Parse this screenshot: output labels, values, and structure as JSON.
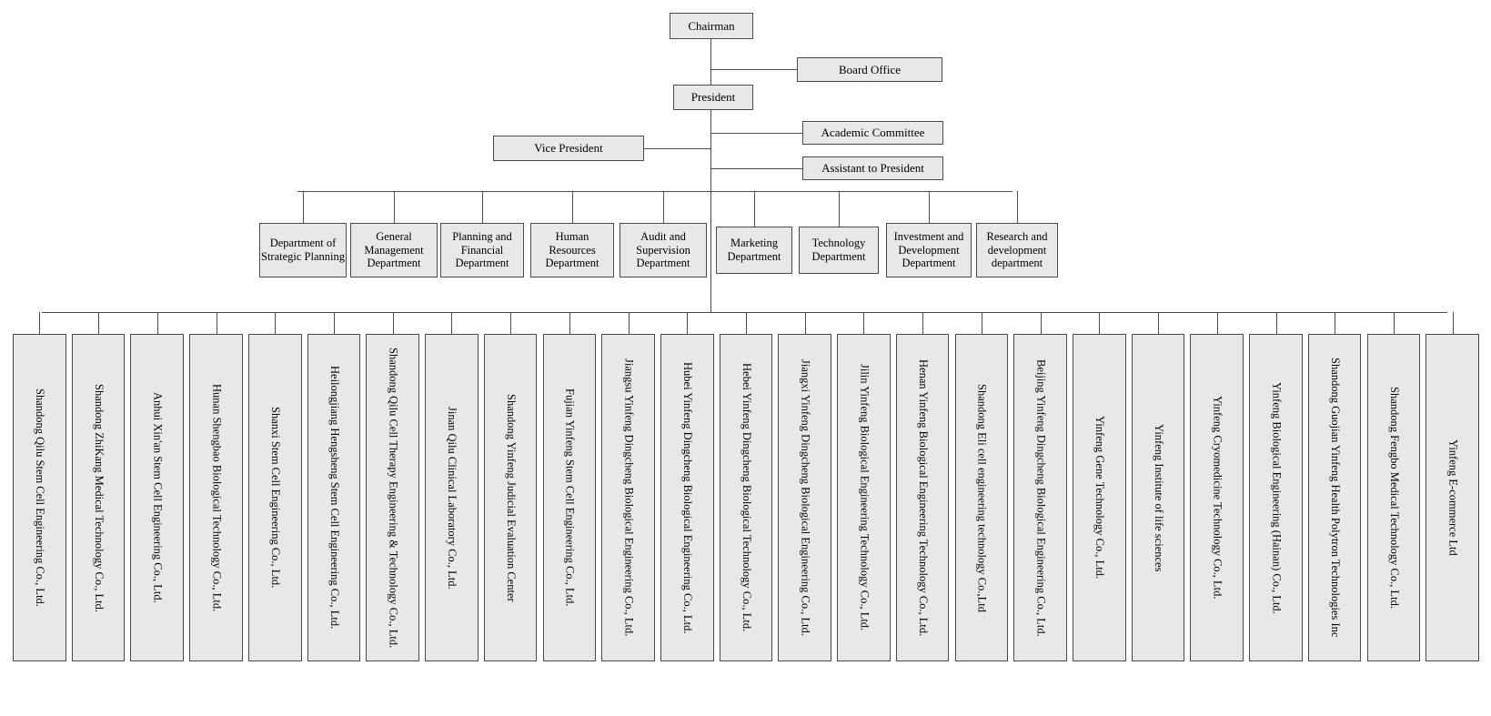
{
  "title": "Organizational Structure Chart",
  "theme": {
    "box_fill": "#e8e8e8",
    "box_border": "#4a4a4a",
    "line_color": "#4a4a4a",
    "page_background": "#ffffff"
  },
  "executive": {
    "chairman": "Chairman",
    "board_office": "Board Office",
    "president": "President",
    "vice_president": "Vice President",
    "academic_committee": "Academic Committee",
    "assistant_to_president": "Assistant to President"
  },
  "departments": [
    {
      "label": "Department of Strategic Planning"
    },
    {
      "label": "General Management Department"
    },
    {
      "label": "Planning and Financial Department"
    },
    {
      "label": "Human Resources Department"
    },
    {
      "label": "Audit and Supervision Department"
    },
    {
      "label": "Marketing Department"
    },
    {
      "label": "Technology Department"
    },
    {
      "label": "Investment and Development Department"
    },
    {
      "label": "Research and development department"
    }
  ],
  "subsidiaries": [
    {
      "label": "Shandong Qilu Stem Cell Engineering Co., Ltd."
    },
    {
      "label": "Shandong ZhiKang Medical Technology Co., Ltd."
    },
    {
      "label": "Anhui Xin'an Stem Cell Engineering Co., Ltd."
    },
    {
      "label": "Hunan Shengbao Biological Technology Co., Ltd."
    },
    {
      "label": "Shanxi Stem Cell Engineering Co., Ltd."
    },
    {
      "label": "Heilongjiang Hengsheng Stem Cell Engineering Co., Ltd."
    },
    {
      "label": "Shandong Qilu Cell Therapy Engineering & Technology Co., Ltd."
    },
    {
      "label": "Jinan Qilu Clinical Laboratory Co., Ltd."
    },
    {
      "label": "Shandong Yinfeng Judicial Evaluation Center"
    },
    {
      "label": "Fujian Yinfeng Stem Cell Engineering Co., Ltd."
    },
    {
      "label": "Jiangsu Yinfeng Dingcheng Biological Engineering Co., Ltd."
    },
    {
      "label": "Hubei Yinfeng Dingcheng Biological Engineering Co., Ltd."
    },
    {
      "label": "Hebei Yinfeng Dingcheng Biological Technology Co., Ltd."
    },
    {
      "label": "Jiangxi Yinfeng Dingcheng Biological Engineering Co., Ltd."
    },
    {
      "label": "Jilin Yinfeng Biological Engineering Technology Co., Ltd."
    },
    {
      "label": "Henan Yinfeng Biological Engineering Technology Co., Ltd."
    },
    {
      "label": "Shandong Eli cell engineering technology Co.,Ltd"
    },
    {
      "label": "Beijing Yinfeng Dingcheng Biological Engineering Co., Ltd."
    },
    {
      "label": "Yinfeng Gene Technology Co., Ltd."
    },
    {
      "label": "Yinfeng Institute of life sciences"
    },
    {
      "label": "Yinfeng Cryomedicine Technology Co., Ltd."
    },
    {
      "label": "Yinfeng Biological Engineering (Hainan) Co., Ltd."
    },
    {
      "label": "Shandong  Guojian  Yinfeng  Health  Polytron Technologies Inc"
    },
    {
      "label": "Shandong Fengbo Medical Technology Co., Ltd."
    },
    {
      "label": "Yinfeng E-commerce Ltd"
    }
  ]
}
